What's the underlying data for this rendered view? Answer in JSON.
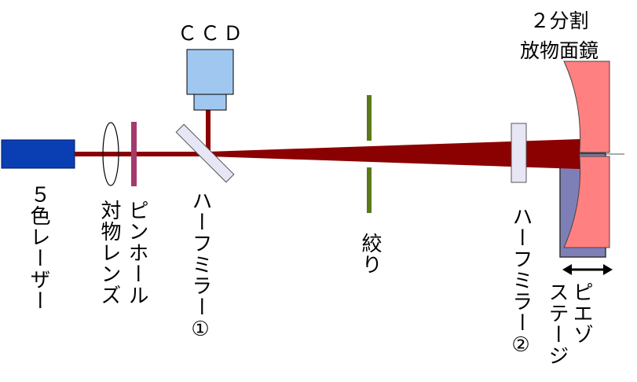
{
  "labels": {
    "ccd": "ＣＣＤ",
    "mirror_title": "２分割\n放物面鏡",
    "laser": "５色レーザー",
    "objective": "対物レンズ",
    "pinhole": "ピンホール",
    "half_mirror_1": "ハーフミラー①",
    "aperture": "絞り",
    "half_mirror_2": "ハーフミラー②",
    "piezo_1": "ピエゾ",
    "piezo_2": "ステージ"
  },
  "colors": {
    "laser_body": "#0a3fb3",
    "beam": "#8b0000",
    "ccd_body": "#9fc7f0",
    "pinhole": "#a43a6b",
    "aperture": "#5a7a1a",
    "half_mirror": "#e6e6f5",
    "parabolic_mirror": "#ff8080",
    "piezo_stage": "#7f7fb8"
  },
  "icons": {
    "piezo_arrow": "double-headed-arrow-icon"
  }
}
